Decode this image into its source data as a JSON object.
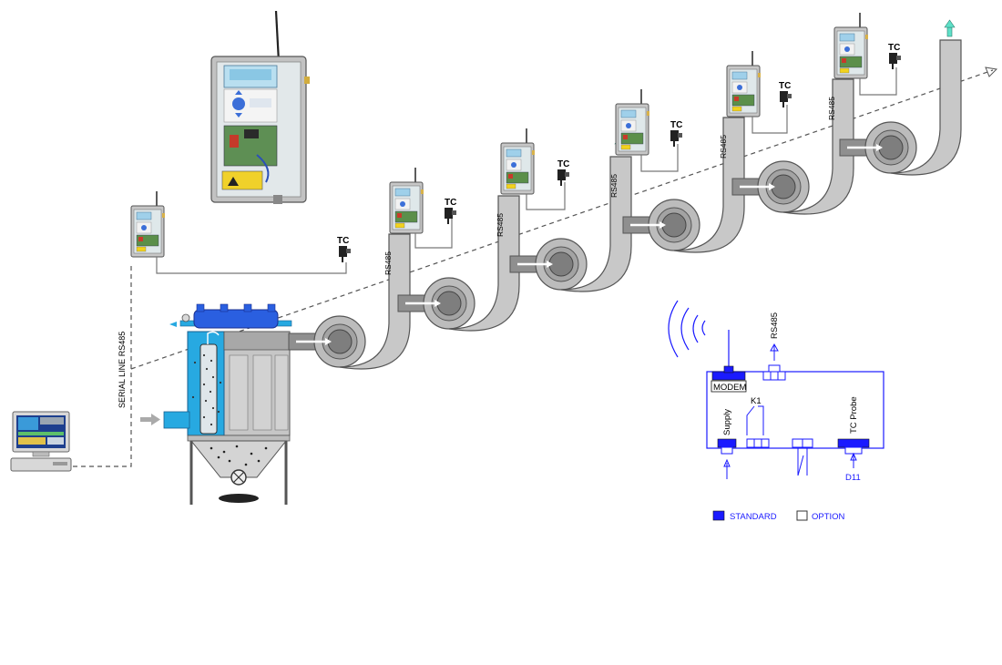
{
  "rs485_label": "RS485",
  "serial_line_label": "SERIAL LINE RS485",
  "tc_label": "TC",
  "wiring": {
    "modem": "MODEM",
    "rs485": "RS485",
    "k1": "K1",
    "supply": "Supply",
    "tc_probe": "TC Probe",
    "d11": "D11"
  },
  "legend": {
    "standard": "STANDARD",
    "option": "OPTION"
  },
  "colors": {
    "device_blue": "#1a1aff",
    "filter_cyan": "#27a9e1",
    "duct_gray": "#c8c8c8",
    "arrow_teal": "#5fe0c8"
  }
}
